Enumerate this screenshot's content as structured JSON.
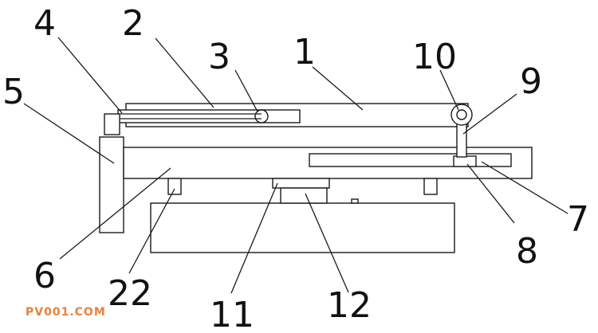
{
  "labels": {
    "n1": "1",
    "n2": "2",
    "n3": "3",
    "n4": "4",
    "n5": "5",
    "n6": "6",
    "n7": "7",
    "n8": "8",
    "n9": "9",
    "n10": "10",
    "n11": "11",
    "n12": "12",
    "n22": "22"
  },
  "watermark": {
    "text": "PV001.COM",
    "color": "#e8823c"
  },
  "colors": {
    "stroke": "#1a1a1a",
    "background": "#ffffff"
  }
}
